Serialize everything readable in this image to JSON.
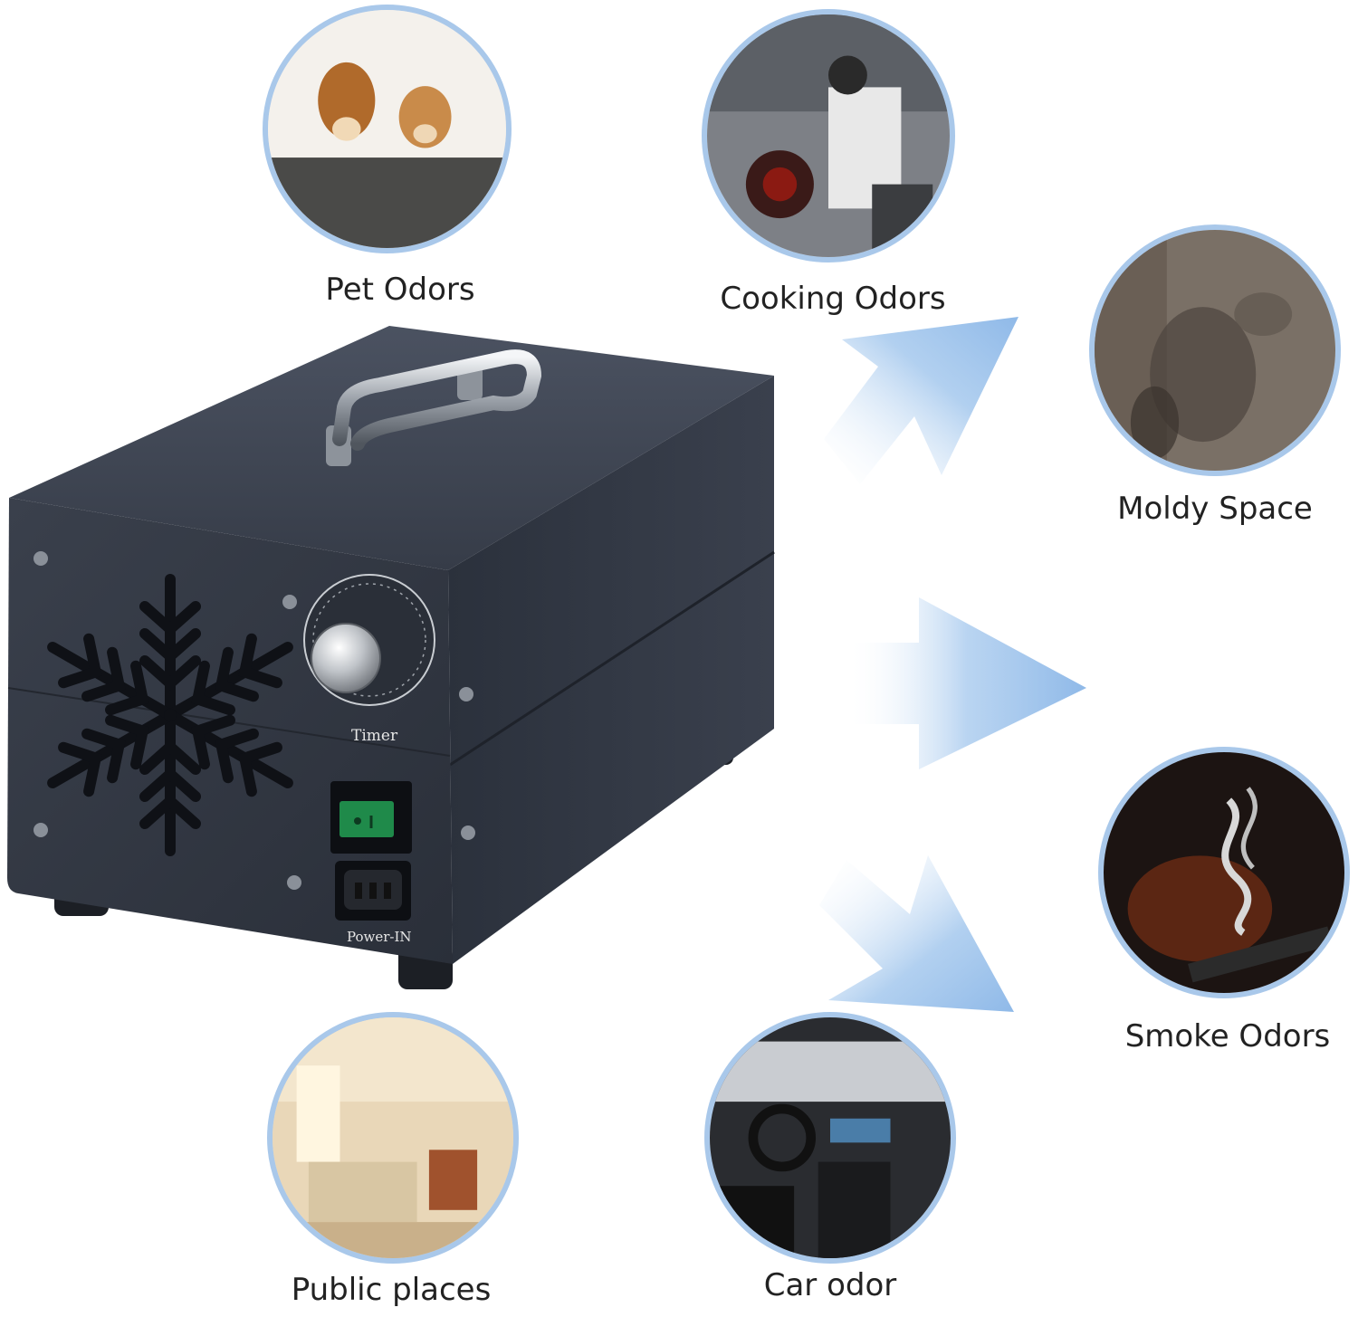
{
  "labels": {
    "pet": "Pet Odors",
    "cooking": "Cooking Odors",
    "moldy": "Moldy Space",
    "smoke": "Smoke Odors",
    "public": "Public places",
    "car": "Car odor"
  },
  "device": {
    "timer_label": "Timer",
    "power_label": "Power-IN"
  },
  "colors": {
    "circle_border": "#a9c8ea",
    "arrow": "#8fb9e8",
    "device_body": "#2f3541"
  },
  "icons": {
    "arrow": "arrow-right-icon",
    "snowflake": "snowflake-vent-icon"
  }
}
